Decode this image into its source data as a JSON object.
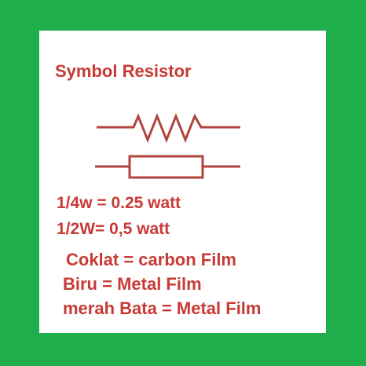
{
  "title": "Symbol Resistor",
  "symbols": [
    {
      "name": "zigzag-resistor-symbol"
    },
    {
      "name": "box-resistor-symbol"
    }
  ],
  "specs": [
    "1/4w = 0.25 watt",
    "1/2W= 0,5 watt"
  ],
  "materials": [
    "Coklat = carbon Film",
    "Biru = Metal Film",
    "merah Bata = Metal Film"
  ],
  "colors": {
    "frame": "#1fae4b",
    "text": "#c73a35",
    "symbol": "#b0433c"
  }
}
